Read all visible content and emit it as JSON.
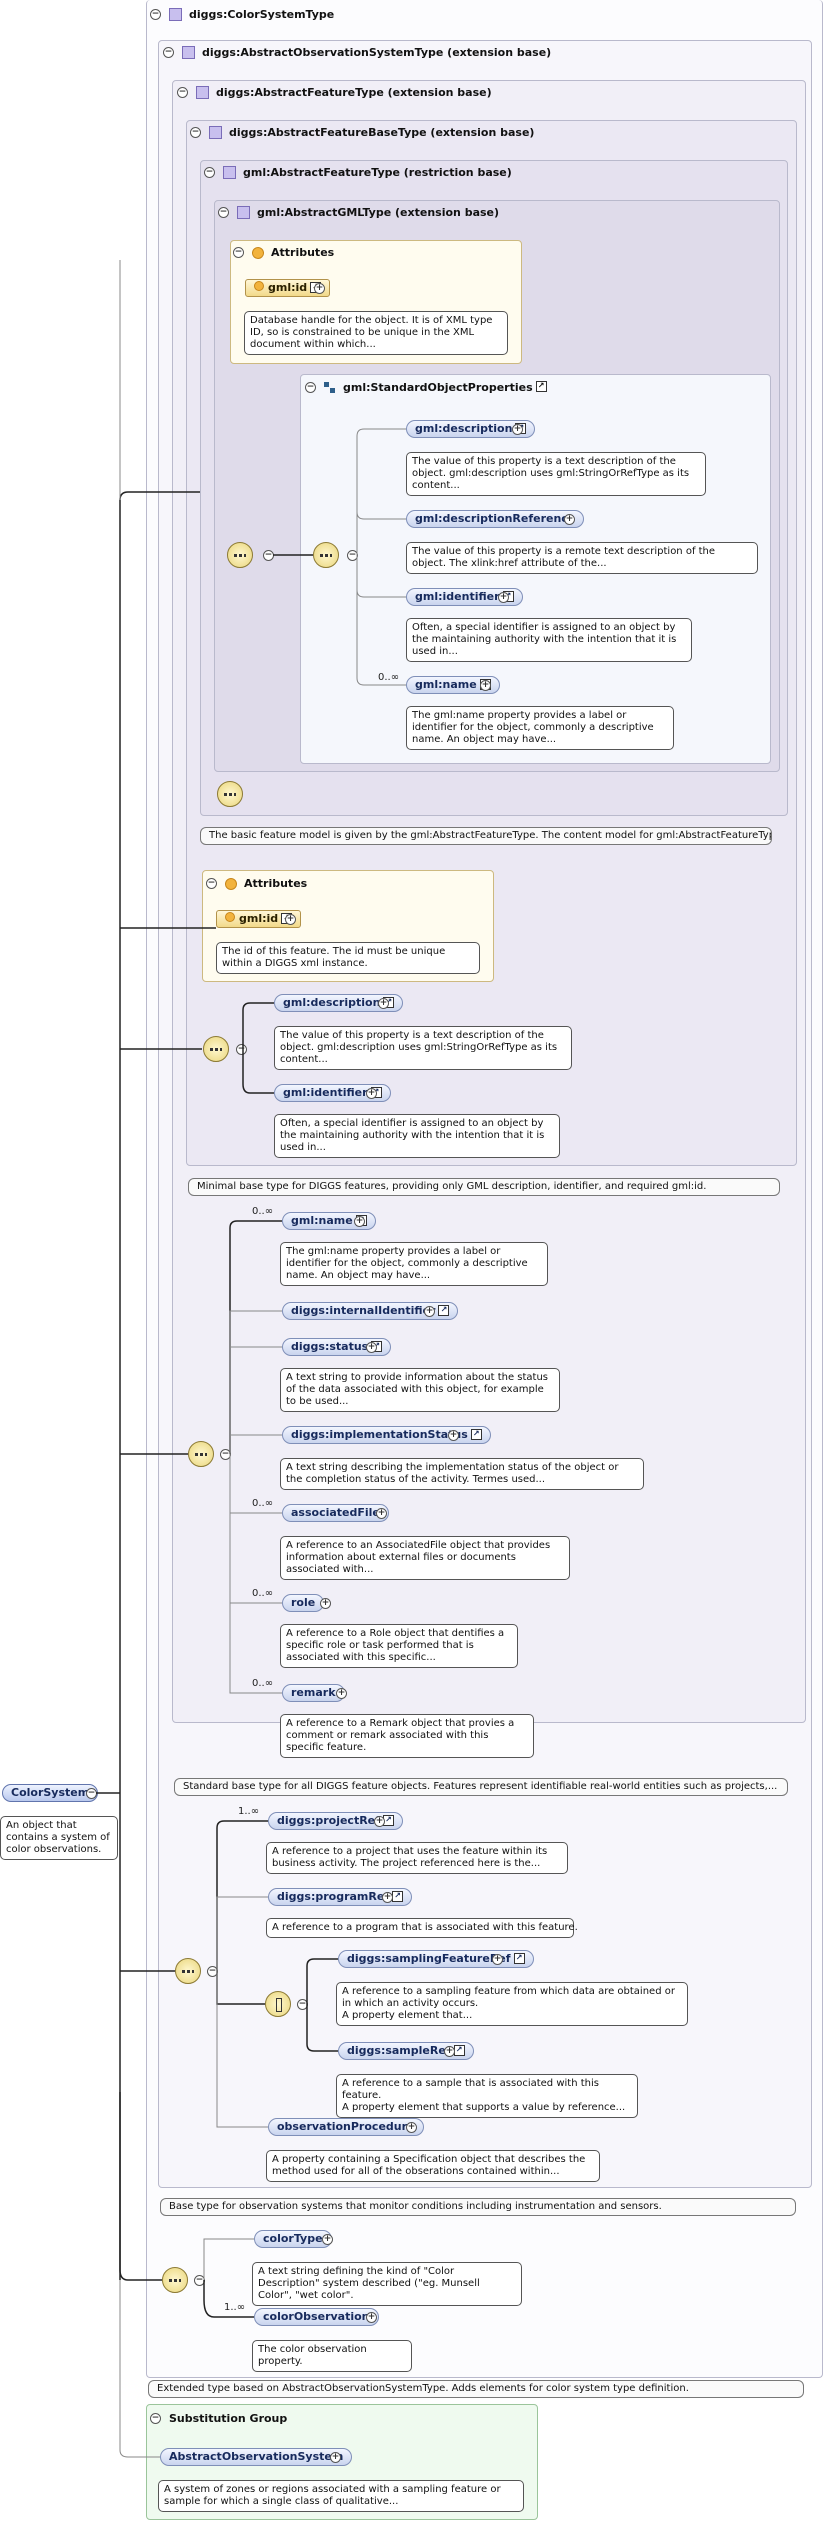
{
  "diagram": {
    "top_types": {
      "color_system_type": "diggs:ColorSystemType",
      "abstract_observation_system_type": "diggs:AbstractObservationSystemType (extension base)",
      "abstract_feature_type": "diggs:AbstractFeatureType (extension base)",
      "abstract_feature_base_type": "diggs:AbstractFeatureBaseType (extension base)",
      "gml_abstract_feature_type": "gml:AbstractFeatureType (restriction base)",
      "gml_abstract_gml_type": "gml:AbstractGMLType (extension base)"
    },
    "attributes_label": "Attributes",
    "gml_attrs": {
      "id_label": "gml:id",
      "id_desc": "Database handle for the object. It is of XML type ID, so is constrained to be unique in the XML document within which..."
    },
    "standard_object_properties": {
      "label": "gml:StandardObjectProperties",
      "items": [
        {
          "label": "gml:description",
          "desc": "The value of this property is a text description of the object. gml:description uses gml:StringOrRefType as its content..."
        },
        {
          "label": "gml:descriptionReference",
          "desc": "The value of this property is a remote text description of the object. The xlink:href attribute of the..."
        },
        {
          "label": "gml:identifier",
          "desc": "Often, a special identifier is assigned to an object by the maintaining authority with the intention that it is used in..."
        },
        {
          "label": "gml:name",
          "occurs": "0..∞",
          "desc": "The gml:name property provides a label or identifier for the object, commonly a descriptive name. An object may have..."
        }
      ]
    },
    "gml_feature_note": "The basic feature model is given by the gml:AbstractFeatureType. The content model for gml:AbstractFeatureType adds two...",
    "base_attrs": {
      "id_label": "gml:id",
      "id_desc": "The id of this feature. The id must be unique within a DIGGS xml instance."
    },
    "base_elements": [
      {
        "label": "gml:description",
        "desc": "The value of this property is a text description of the object. gml:description uses gml:StringOrRefType as its content..."
      },
      {
        "label": "gml:identifier",
        "desc": "Often, a special identifier is assigned to an object by the maintaining authority with the intention that it is used in..."
      }
    ],
    "base_note": "Minimal base type for DIGGS features, providing only GML description, identifier, and required gml:id.",
    "feature_elements": [
      {
        "label": "gml:name",
        "occurs": "0..∞",
        "desc": "The gml:name property provides a label or identifier for the object, commonly a descriptive name. An object may have..."
      },
      {
        "label": "diggs:internalIdentifier",
        "desc": ""
      },
      {
        "label": "diggs:status",
        "desc": "A text string to provide information about the status of the data associated with this object, for example to be used..."
      },
      {
        "label": "diggs:implementationStatus",
        "desc": "A text string describing the implementation status of the object or the completion status of the activity. Termes used..."
      },
      {
        "label": "associatedFile",
        "occurs": "0..∞",
        "desc": "A reference to an AssociatedFile object that provides information about external files or documents associated with..."
      },
      {
        "label": "role",
        "occurs": "0..∞",
        "desc": "A reference to a Role object that dentifies a specific role or task performed that is associated with this specific..."
      },
      {
        "label": "remark",
        "occurs": "0..∞",
        "desc": "A reference to a Remark object that provies a comment or remark associated with this specific feature."
      }
    ],
    "feature_note": "Standard base type for all DIGGS feature objects. Features represent identifiable real-world entities such as projects,...",
    "obs_elements": {
      "project_ref": {
        "label": "diggs:projectRef",
        "occurs": "1..∞",
        "desc": "A reference to a project that uses the feature within its business activity. The project referenced here is the..."
      },
      "program_ref": {
        "label": "diggs:programRef",
        "desc": "A reference to a program that is associated with this feature."
      },
      "sampling_feature_ref": {
        "label": "diggs:samplingFeatureRef",
        "desc": "A reference to a sampling feature from which data are obtained or in which an activity occurs.\nA property element that..."
      },
      "sample_ref": {
        "label": "diggs:sampleRef",
        "desc": "A reference to a sample that is associated with this feature.\nA property element that supports a value by reference..."
      },
      "observation_procedure": {
        "label": "observationProcedure",
        "desc": "A property containing a Specification object that describes the method used for all of the obserations contained within..."
      }
    },
    "obs_note": "Base type for observation systems that monitor conditions including instrumentation and sensors.",
    "color_elements": {
      "color_type": {
        "label": "colorType",
        "desc": "A text string defining the kind of \"Color Description\" system described (\"eg. Munsell Color\", \"wet color\"."
      },
      "color_observation": {
        "label": "colorObservation",
        "occurs": "1..∞",
        "desc": "The color observation property."
      }
    },
    "color_note": "Extended type based on AbstractObservationSystemType. Adds elements for color system type definition.",
    "root": {
      "label": "ColorSystem",
      "desc": "An object that contains a system of color observations."
    },
    "substitution_group": {
      "label": "Substitution Group",
      "element": "AbstractObservationSystem",
      "desc": "A system of zones or regions associated with a sampling feature or sample for which a single class of qualitative..."
    },
    "icons": {
      "toggle": "collapse-icon",
      "link": "link-arrow-icon",
      "expand": "expand-plus-icon",
      "sequence": "sequence-compositor-icon",
      "choice": "choice-compositor-icon"
    }
  }
}
